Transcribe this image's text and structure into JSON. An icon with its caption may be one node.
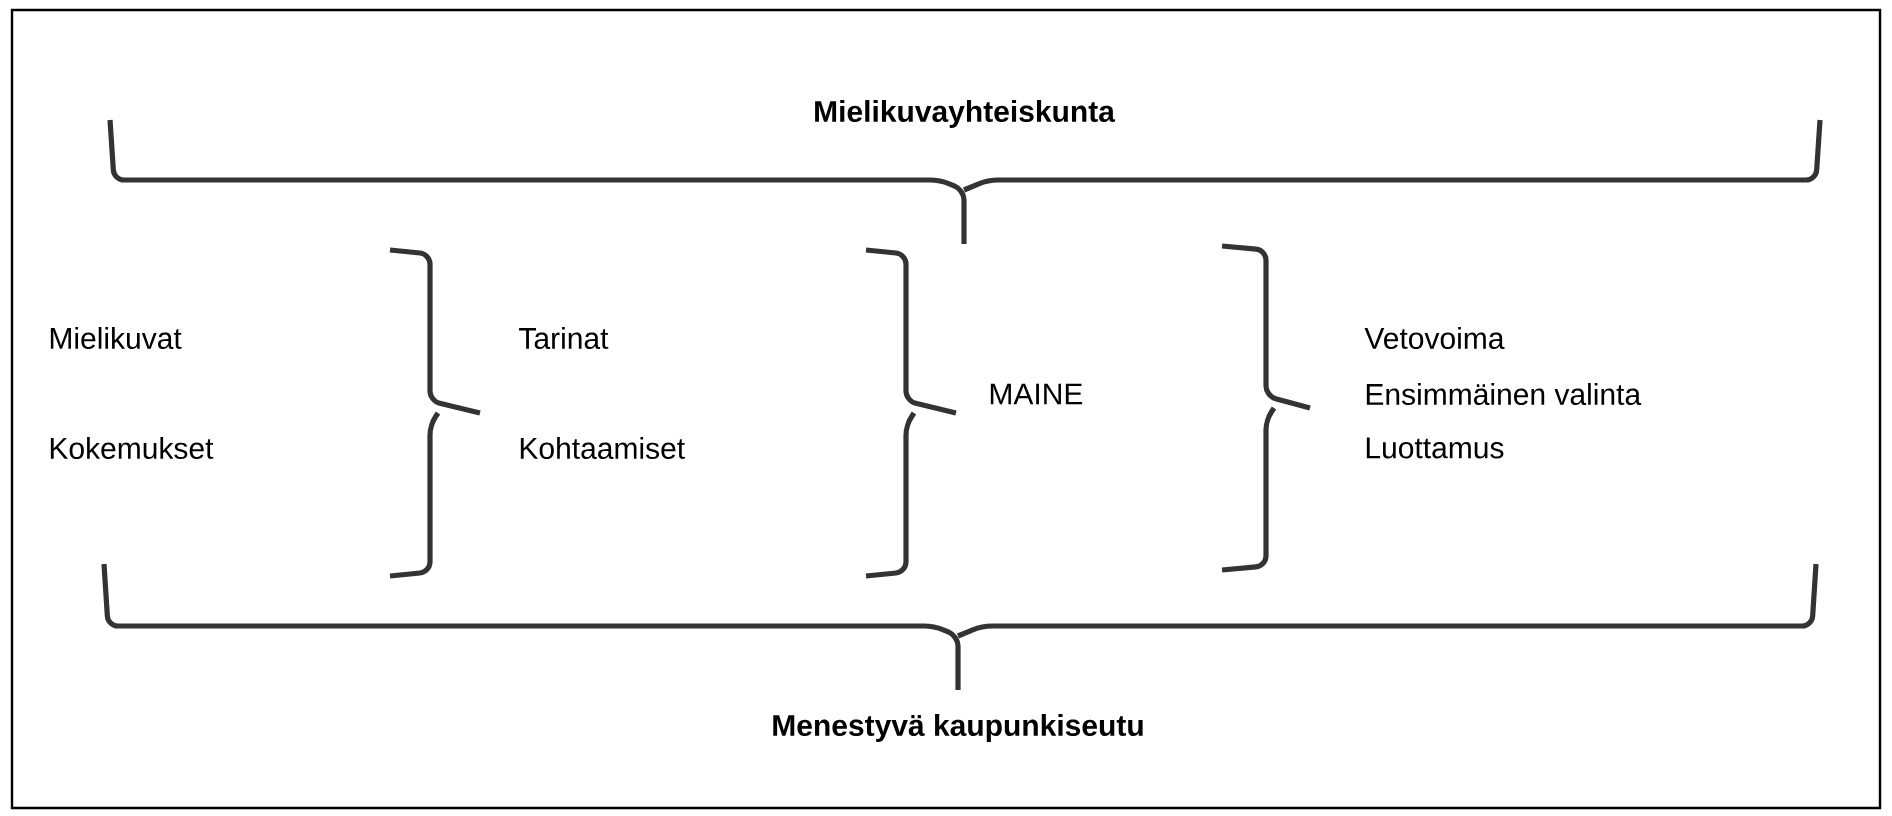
{
  "diagram": {
    "labels": [
      "Mielikuvayhteiskunta",
      "Mielikuvat",
      "Kokemukset",
      "Tarinat",
      "Kohtaamiset",
      "MAINE",
      "Vetovoima",
      "Ensimmäinen valinta",
      "Luottamus",
      "Menestyvä kaupunkiseutu"
    ]
  }
}
